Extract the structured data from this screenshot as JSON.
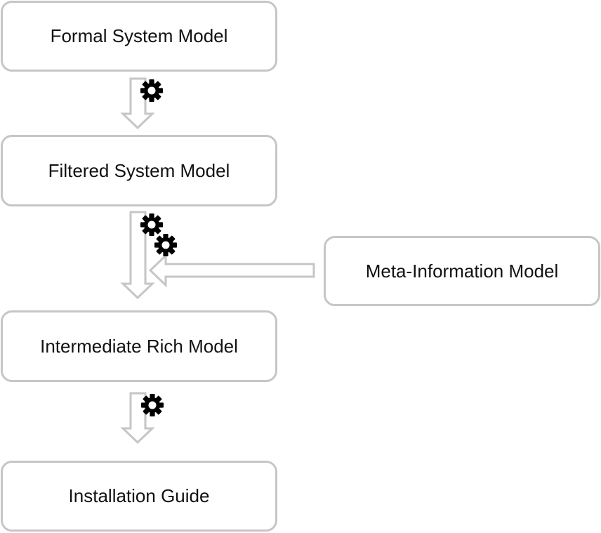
{
  "nodes": {
    "formal_system_model": "Formal System Model",
    "filtered_system_model": "Filtered System Model",
    "meta_information_model": "Meta-Information Model",
    "intermediate_rich_model": "Intermediate Rich Model",
    "installation_guide": "Installation Guide"
  },
  "colors": {
    "box_border": "#c6c6c6",
    "arrow_outline": "#c6c6c6",
    "gear": "#000000",
    "text": "#111111"
  },
  "icons": [
    "gear-icon"
  ]
}
